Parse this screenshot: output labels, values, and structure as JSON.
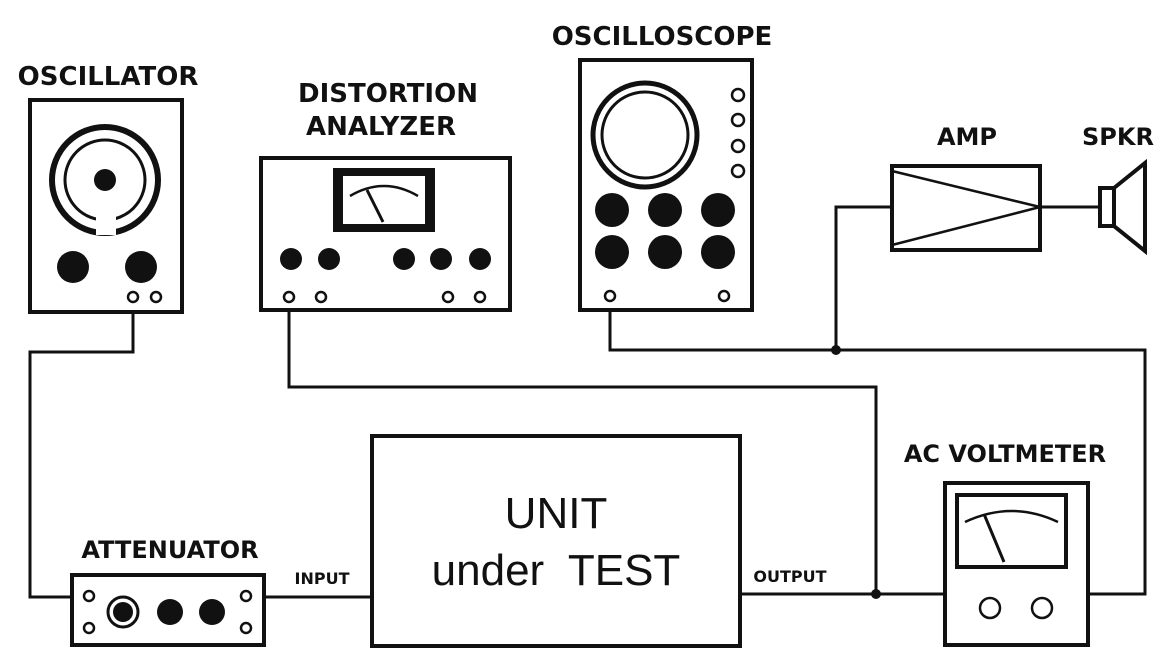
{
  "labels": {
    "oscillator": "OSCILLATOR",
    "distortion_line1": "DISTORTION",
    "distortion_line2": "ANALYZER",
    "oscilloscope": "OSCILLOSCOPE",
    "amp": "AMP",
    "spkr": "SPKR",
    "ac_voltmeter": "AC VOLTMETER",
    "attenuator": "ATTENUATOR",
    "input": "INPUT",
    "output": "OUTPUT",
    "unit_line1": "UNIT",
    "unit_line2": "under  TEST"
  },
  "colors": {
    "ink": "#111111",
    "paper": "#ffffff"
  }
}
